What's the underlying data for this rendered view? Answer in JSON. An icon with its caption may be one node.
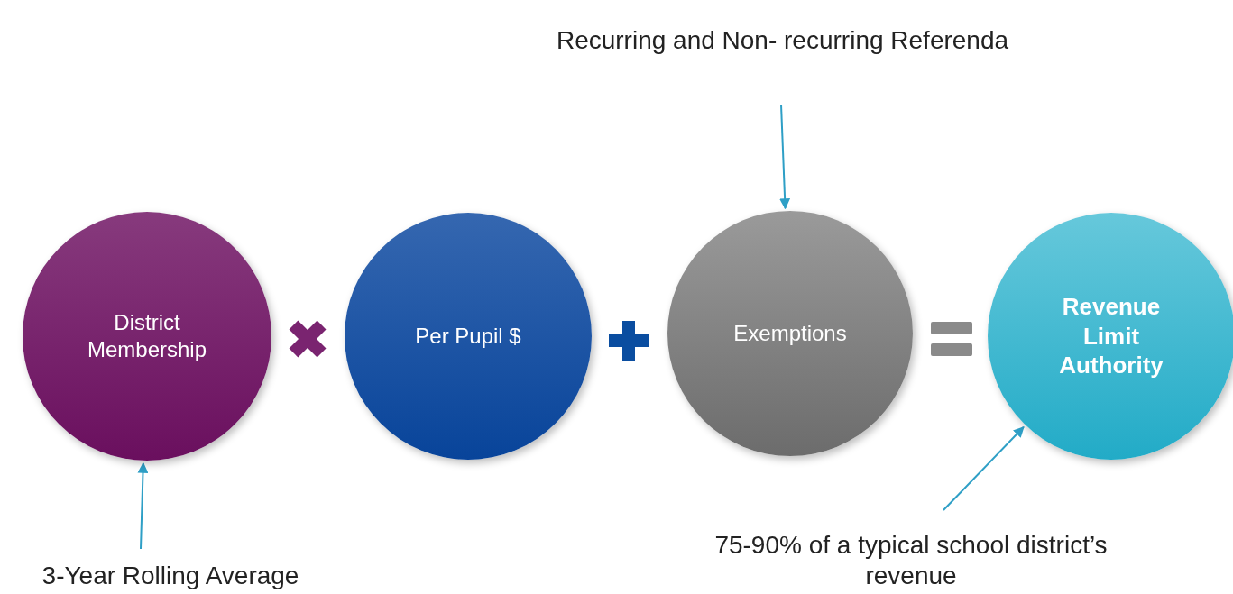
{
  "diagram": {
    "nodes": [
      {
        "text": [
          "District Membership"
        ]
      },
      {
        "text": [
          "Per Pupil $"
        ]
      },
      {
        "text": [
          "Exemptions"
        ]
      },
      {
        "text": [
          "Revenue Limit Authority"
        ]
      },
      {
        "text": [
          "Recurring and Non- recurring Referenda"
        ]
      },
      {
        "text": [
          "3-Year Rolling Average"
        ]
      },
      {
        "text": [
          "75-90% of a typical school district’s revenue"
        ]
      }
    ],
    "edges": [
      {
        "from": 4,
        "to": 2,
        "arrow": "to"
      },
      {
        "from": 5,
        "to": 0,
        "arrow": "to"
      },
      {
        "from": 6,
        "to": 3,
        "arrow": "to"
      }
    ]
  }
}
